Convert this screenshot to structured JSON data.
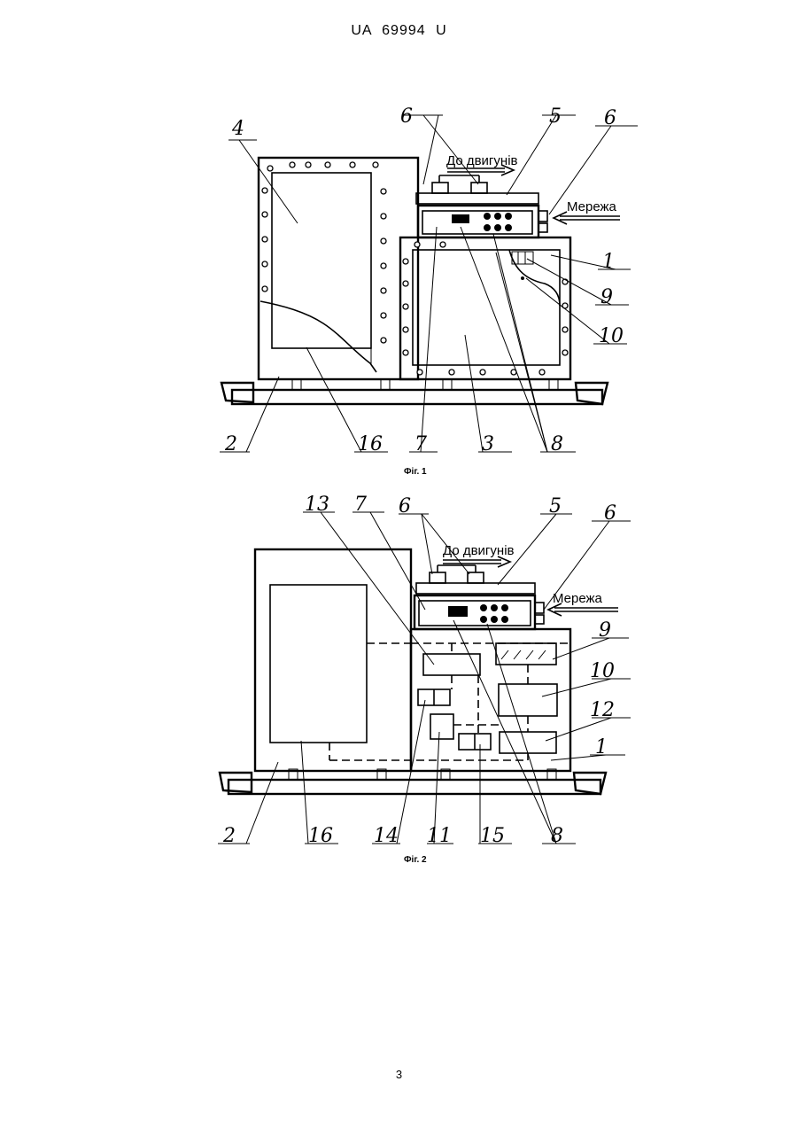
{
  "document": {
    "header": "UA 69994 U",
    "page_number": "3"
  },
  "figure1": {
    "caption": "Фіг. 1",
    "labels": {
      "motors": "До двигунів",
      "network": "Мережа"
    },
    "callouts": [
      "1",
      "2",
      "3",
      "4",
      "5",
      "6",
      "6",
      "7",
      "8",
      "9",
      "10",
      "16"
    ]
  },
  "figure2": {
    "caption": "Фіг. 2",
    "labels": {
      "motors": "До двигунів",
      "network": "Мережа"
    },
    "callouts": [
      "1",
      "2",
      "5",
      "6",
      "6",
      "7",
      "8",
      "9",
      "10",
      "11",
      "12",
      "13",
      "14",
      "15",
      "16"
    ]
  }
}
